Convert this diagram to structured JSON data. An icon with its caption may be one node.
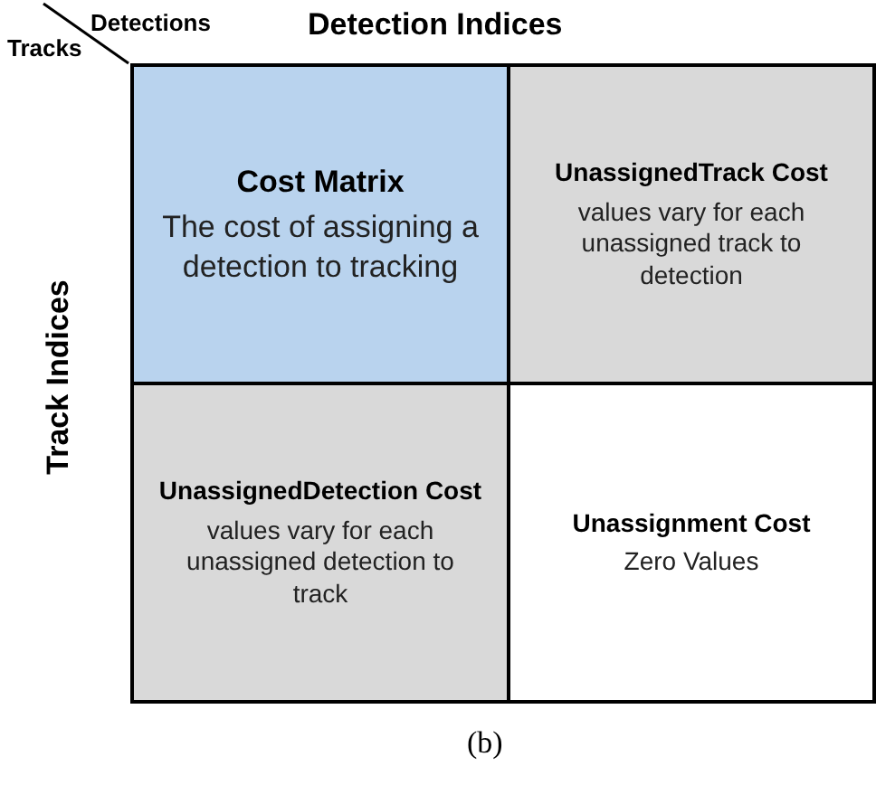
{
  "diagram": {
    "caption": "(b)",
    "nodes": [
      {
        "text": [
          "Cost Matrix",
          "The cost of assigning a detection to tracking"
        ]
      },
      {
        "text": [
          "UnassignedTrack Cost",
          "values vary for each unassigned track to detection"
        ]
      },
      {
        "text": [
          "UnassignedDetection Cost",
          "values vary for each unassigned detection to track"
        ]
      },
      {
        "text": [
          "Unassignment Cost",
          "Zero Values"
        ]
      }
    ],
    "labels": [
      "Detections",
      "Detection Indices",
      "Tracks",
      "Track Indices"
    ]
  }
}
